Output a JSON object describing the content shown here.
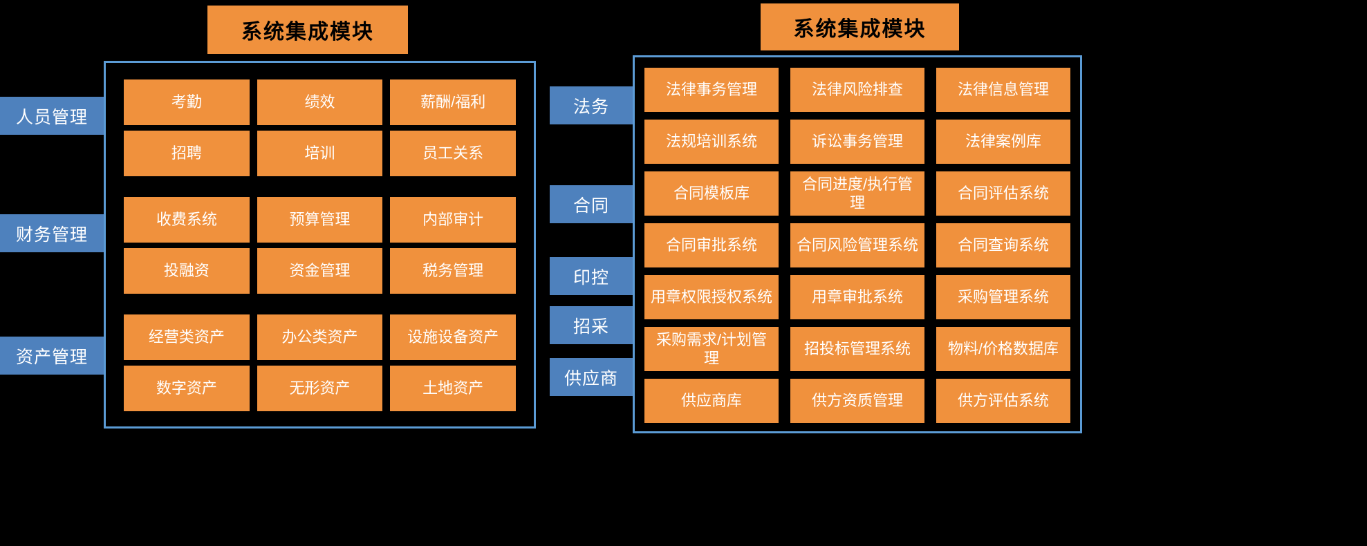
{
  "colors": {
    "background": "#000000",
    "module_orange": "#F0913D",
    "label_blue": "#4E81BD",
    "board_border_blue": "#5B9BD5",
    "title_text": "#000000",
    "cell_text": "#FFFFFF"
  },
  "left_panel": {
    "title": "系统集成模块",
    "categories": [
      {
        "label": "人员管理",
        "rows": [
          [
            "考勤",
            "绩效",
            "薪酬/福利"
          ],
          [
            "招聘",
            "培训",
            "员工关系"
          ]
        ]
      },
      {
        "label": "财务管理",
        "rows": [
          [
            "收费系统",
            "预算管理",
            "内部审计"
          ],
          [
            "投融资",
            "资金管理",
            "税务管理"
          ]
        ]
      },
      {
        "label": "资产管理",
        "rows": [
          [
            "经营类资产",
            "办公类资产",
            "设施设备资产"
          ],
          [
            "数字资产",
            "无形资产",
            "土地资产"
          ]
        ]
      }
    ]
  },
  "right_panel": {
    "title": "系统集成模块",
    "categories": [
      {
        "label": "法务"
      },
      {
        "label": "合同"
      },
      {
        "label": "印控"
      },
      {
        "label": "招采"
      },
      {
        "label": "供应商"
      }
    ],
    "rows": [
      [
        "法律事务管理",
        "法律风险排查",
        "法律信息管理"
      ],
      [
        "法规培训系统",
        "诉讼事务管理",
        "法律案例库"
      ],
      [
        "合同模板库",
        "合同进度/执行管理",
        "合同评估系统"
      ],
      [
        "合同审批系统",
        "合同风险管理系统",
        "合同查询系统"
      ],
      [
        "用章权限授权系统",
        "用章审批系统",
        "采购管理系统"
      ],
      [
        "采购需求/计划管理",
        "招投标管理系统",
        "物料/价格数据库"
      ],
      [
        "供应商库",
        "供方资质管理",
        "供方评估系统"
      ]
    ]
  }
}
